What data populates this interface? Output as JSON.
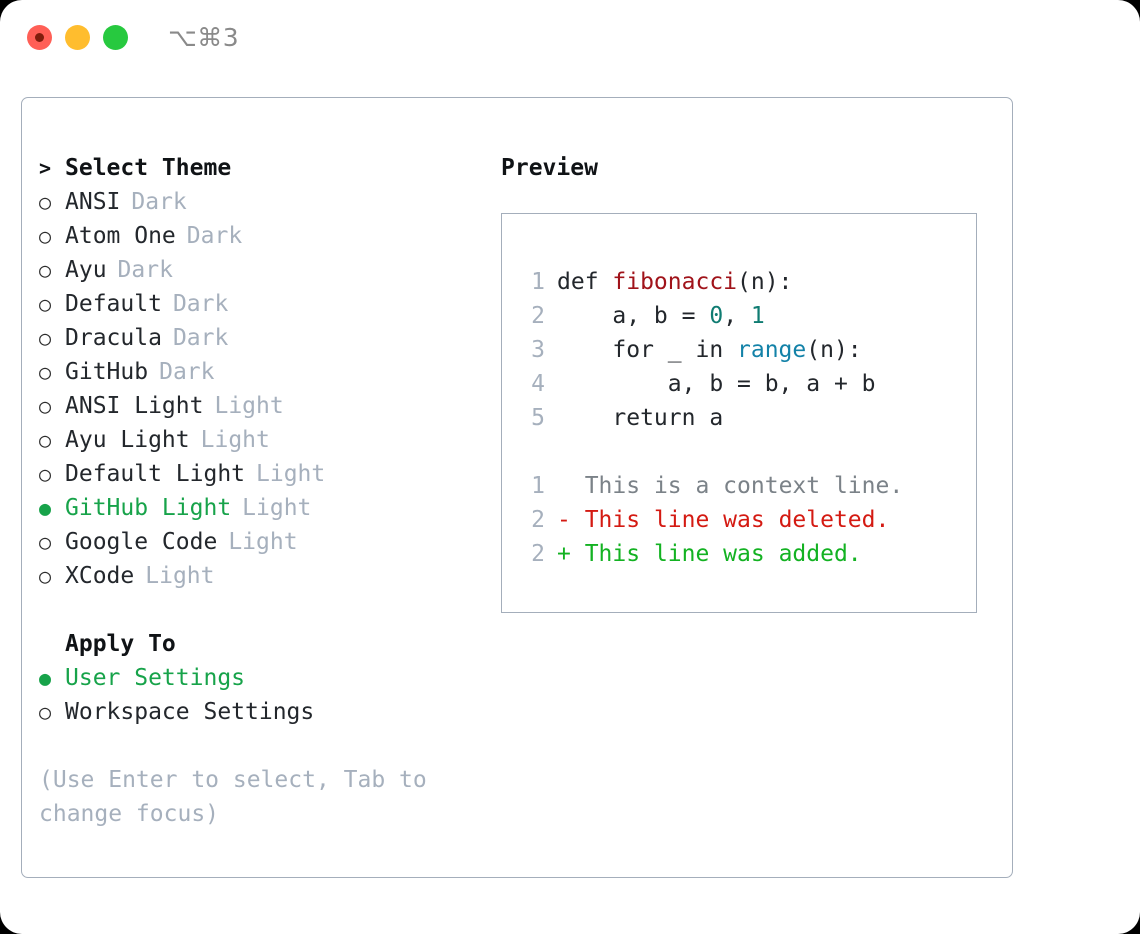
{
  "window": {
    "shortcut": "⌥⌘3",
    "traffic_lights": [
      {
        "name": "close",
        "color": "#ff5f56"
      },
      {
        "name": "minimize",
        "color": "#ffbd2e"
      },
      {
        "name": "maximize",
        "color": "#27c93f"
      }
    ]
  },
  "theme_selector": {
    "header_marker": ">",
    "header": "Select Theme",
    "marker_off": "○",
    "marker_on": "●",
    "items": [
      {
        "label": "ANSI",
        "suffix": "Dark",
        "selected": false
      },
      {
        "label": "Atom One",
        "suffix": "Dark",
        "selected": false
      },
      {
        "label": "Ayu",
        "suffix": "Dark",
        "selected": false
      },
      {
        "label": "Default",
        "suffix": "Dark",
        "selected": false
      },
      {
        "label": "Dracula",
        "suffix": "Dark",
        "selected": false
      },
      {
        "label": "GitHub",
        "suffix": "Dark",
        "selected": false
      },
      {
        "label": "ANSI Light",
        "suffix": "Light",
        "selected": false
      },
      {
        "label": "Ayu Light",
        "suffix": "Light",
        "selected": false
      },
      {
        "label": "Default Light",
        "suffix": "Light",
        "selected": false
      },
      {
        "label": "GitHub Light",
        "suffix": "Light",
        "selected": true
      },
      {
        "label": "Google Code",
        "suffix": "Light",
        "selected": false
      },
      {
        "label": "XCode",
        "suffix": "Light",
        "selected": false
      }
    ]
  },
  "apply_to": {
    "header": "Apply To",
    "items": [
      {
        "label": "User Settings",
        "selected": true
      },
      {
        "label": "Workspace Settings",
        "selected": false
      }
    ]
  },
  "hint": "(Use Enter to select, Tab to change focus)",
  "preview": {
    "title": "Preview",
    "code_lines": [
      {
        "number": "1",
        "tokens": [
          {
            "text": "def ",
            "type": "kw"
          },
          {
            "text": "fibonacci",
            "type": "fn"
          },
          {
            "text": "(n):",
            "type": "punc"
          }
        ]
      },
      {
        "number": "2",
        "tokens": [
          {
            "text": "    a, b = ",
            "type": "kw"
          },
          {
            "text": "0",
            "type": "num"
          },
          {
            "text": ", ",
            "type": "punc"
          },
          {
            "text": "1",
            "type": "num"
          }
        ]
      },
      {
        "number": "3",
        "tokens": [
          {
            "text": "    for _ in ",
            "type": "kw"
          },
          {
            "text": "range",
            "type": "call"
          },
          {
            "text": "(n):",
            "type": "punc"
          }
        ]
      },
      {
        "number": "4",
        "tokens": [
          {
            "text": "        a, b = b, a + b",
            "type": "kw"
          }
        ]
      },
      {
        "number": "5",
        "tokens": [
          {
            "text": "    return a",
            "type": "kw"
          }
        ]
      }
    ],
    "diff_lines": [
      {
        "number": "1",
        "sign": " ",
        "text": " This is a context line.",
        "kind": "ctx"
      },
      {
        "number": "2",
        "sign": "-",
        "text": " This line was deleted.",
        "kind": "del"
      },
      {
        "number": "2",
        "sign": "+",
        "text": " This line was added.",
        "kind": "add"
      }
    ]
  },
  "colors": {
    "accent_green": "#17a34a",
    "muted": "#a6b0bd",
    "border": "#a4aebb",
    "diff_add": "#13b222",
    "diff_del": "#d41a12",
    "token_function": "#a0131a",
    "token_number": "#0f7c72",
    "token_call": "#1382a8"
  }
}
